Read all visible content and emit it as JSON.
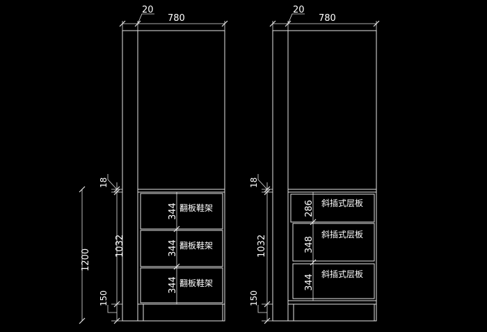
{
  "colors": {
    "background": "#000000",
    "line": "#e6e6e6",
    "text": "#ffffff"
  },
  "left_elevation": {
    "top_dims": {
      "side_thickness": "20",
      "width": "780"
    },
    "vertical_dims": {
      "total": "1200",
      "upper": "18",
      "middle": "1032",
      "base": "150"
    },
    "drawer_heights": [
      "344",
      "344",
      "344"
    ],
    "drawer_labels": [
      "翻板鞋架",
      "翻板鞋架",
      "翻板鞋架"
    ]
  },
  "right_elevation": {
    "top_dims": {
      "side_thickness": "20",
      "width": "780"
    },
    "vertical_dims": {
      "upper": "18",
      "middle": "1032",
      "base": "150"
    },
    "shelf_heights": [
      "286",
      "348",
      "344"
    ],
    "shelf_labels": [
      "斜插式层板",
      "斜插式层板",
      "斜插式层板"
    ]
  }
}
